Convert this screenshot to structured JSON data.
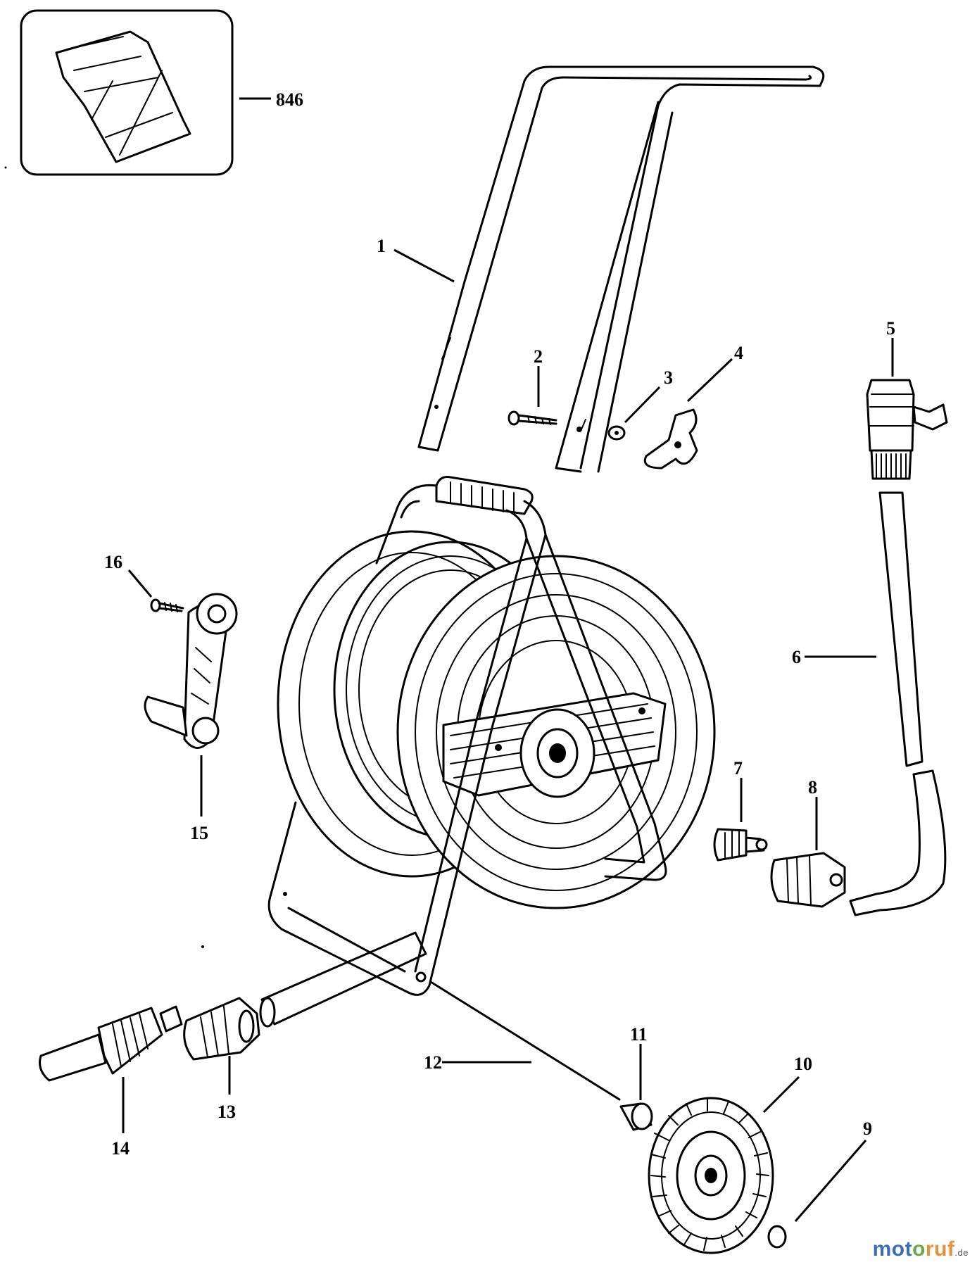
{
  "callouts": {
    "p846": "846",
    "p1": "1",
    "p2": "2",
    "p3": "3",
    "p4": "4",
    "p5": "5",
    "p6": "6",
    "p7": "7",
    "p8": "8",
    "p9": "9",
    "p10": "10",
    "p11": "11",
    "p12": "12",
    "p13": "13",
    "p14": "14",
    "p15": "15",
    "p16": "16"
  },
  "watermark": {
    "part1": "mot",
    "part2": "o",
    "part3": "ruf",
    "tld": ".de"
  }
}
